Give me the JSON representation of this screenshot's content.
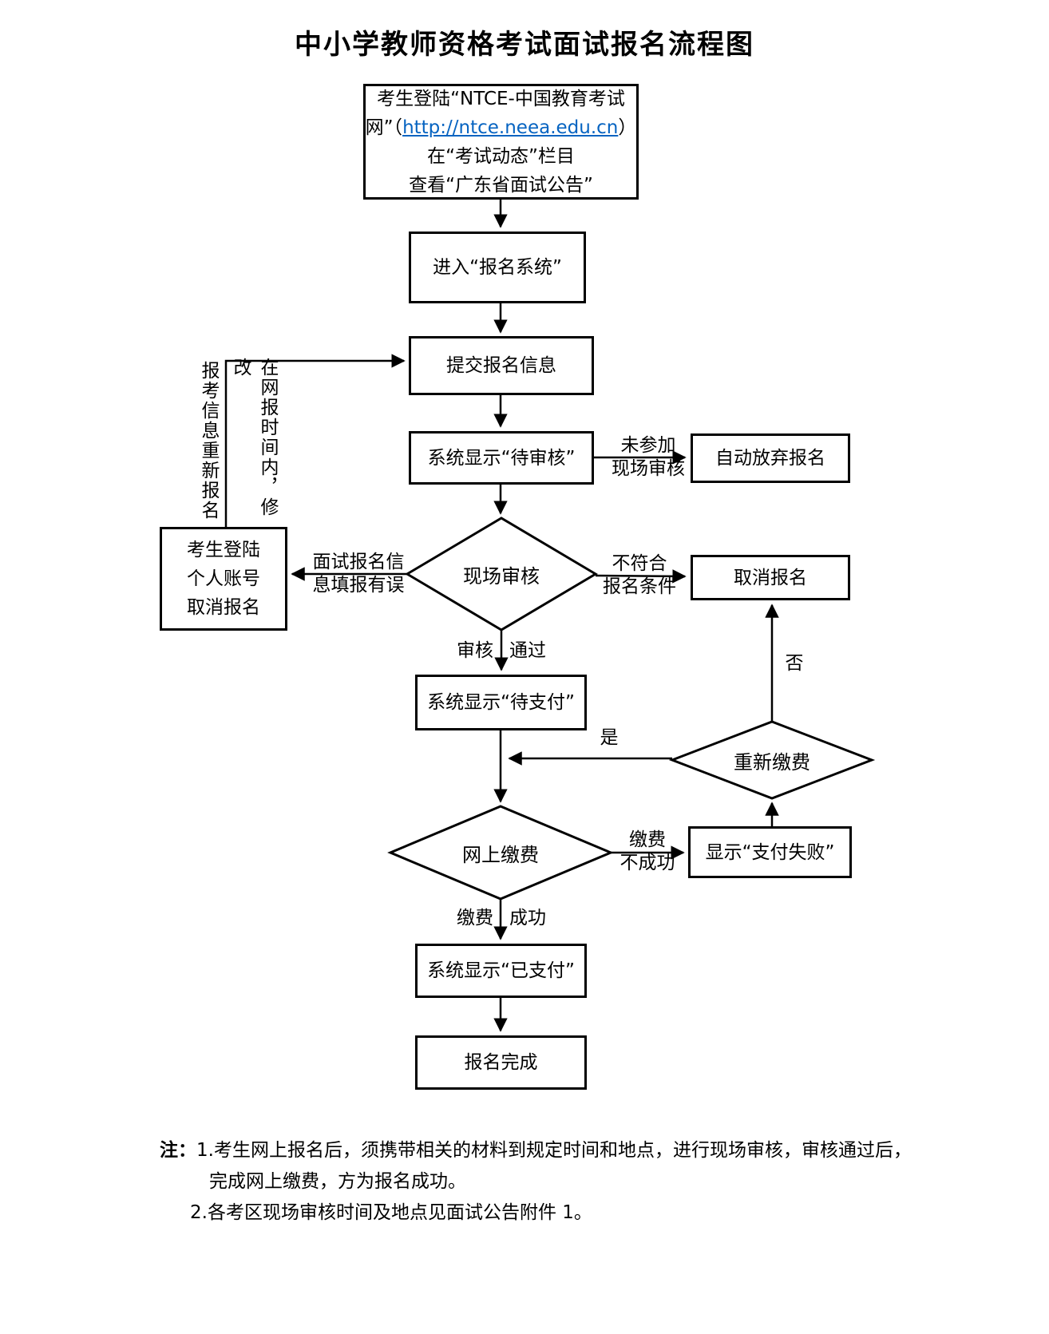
{
  "title": "中小学教师资格考试面试报名流程图",
  "nodes": {
    "start": {
      "part1": "考生登陆“NTCE-中国教育考试网”（",
      "link": "http://ntce.neea.edu.cn",
      "part2": "）在“考试动态”栏目",
      "part3": "查看“广东省面试公告”"
    },
    "enter_system": "进入“报名系统”",
    "submit_info": "提交报名信息",
    "pending_review": "系统显示“待审核”",
    "auto_abandon": "自动放弃报名",
    "onsite_review": "现场审核",
    "cancel_personal": "考生登陆\n个人账号\n取消报名",
    "cancel_registration": "取消报名",
    "pending_payment": "系统显示“待支付”",
    "repay": "重新缴费",
    "online_payment": "网上缴费",
    "payment_failed": "显示“支付失败”",
    "paid": "系统显示“已支付”",
    "complete": "报名完成"
  },
  "edge_labels": {
    "not_attended": "未参加\n现场审核",
    "not_qualified": "不符合\n报名条件",
    "info_error": "面试报名信\n息填报有误",
    "review": "审核",
    "pass": "通过",
    "yes": "是",
    "no": "否",
    "pay_not_success": "缴费\n不成功",
    "pay": "缴费",
    "success": "成功",
    "vertical_right": "在网报时间内，修改",
    "vertical_left": "报考信息重新报名"
  },
  "notes": {
    "prefix": "注：",
    "line1": "1.考生网上报名后，须携带相关的材料到规定时间和地点，进行现场审核，审核通过后，",
    "line2": "完成网上缴费，方为报名成功。",
    "line3": "2.各考区现场审核时间及地点见面试公告附件 1。"
  },
  "colors": {
    "link": "#0563C1",
    "stroke": "#000000"
  }
}
